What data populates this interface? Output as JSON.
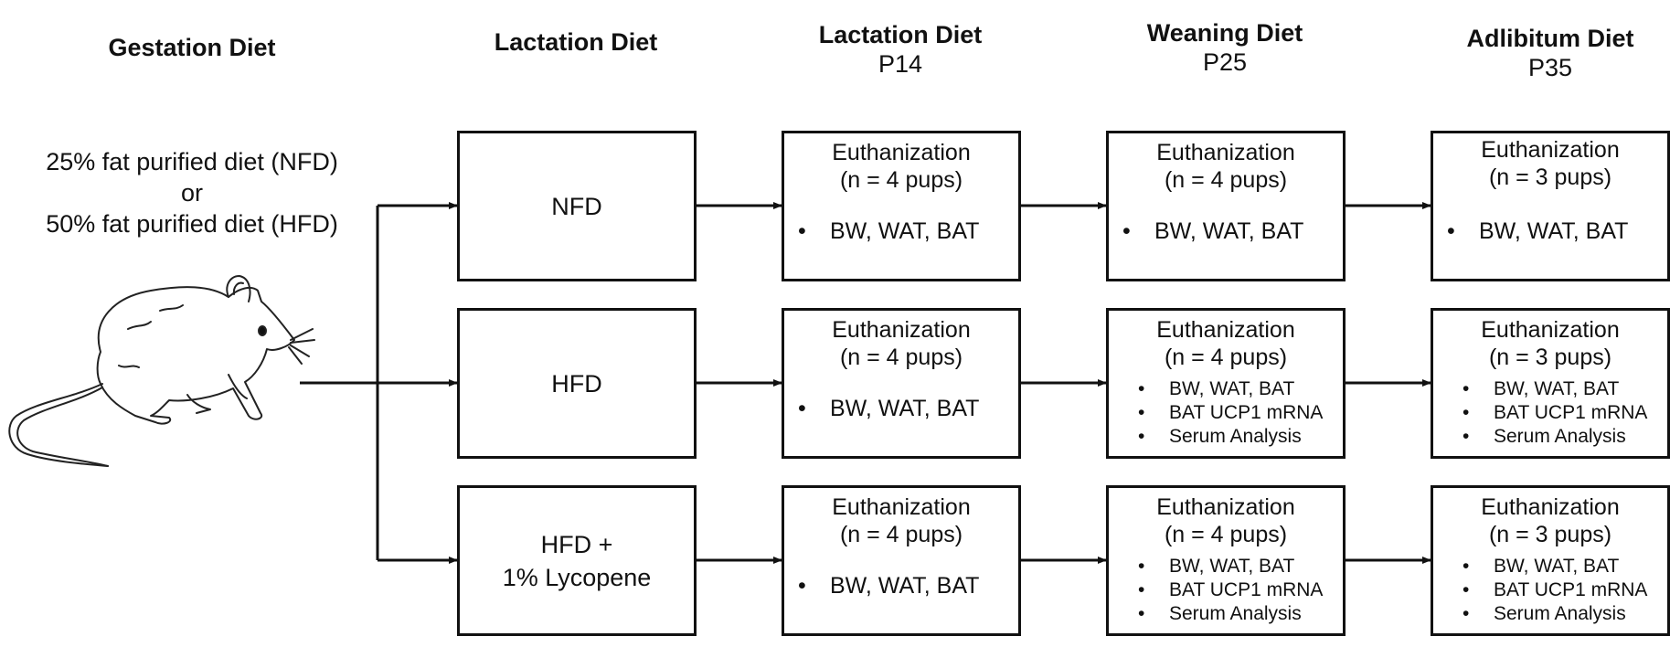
{
  "headers": {
    "gestation": {
      "title": "Gestation Diet",
      "sub": ""
    },
    "lactation": {
      "title": "Lactation Diet",
      "sub": ""
    },
    "lactation_p14": {
      "title": "Lactation Diet",
      "sub": "P14"
    },
    "weaning": {
      "title": "Weaning Diet",
      "sub": "P25"
    },
    "adlibitum": {
      "title": "Adlibitum Diet",
      "sub": "P35"
    }
  },
  "gestation_text": {
    "line1": "25% fat purified diet (NFD)",
    "line2": "or",
    "line3": "50% fat purified diet (HFD)"
  },
  "diets": [
    "NFD",
    "HFD",
    "HFD +",
    "1% Lycopene"
  ],
  "euth": {
    "title": "Euthanization",
    "n4": "(n = 4 pups)",
    "n3": "(n = 3 pups)"
  },
  "measures": {
    "basic": "BW, WAT, BAT",
    "ucp1": "BAT UCP1 mRNA",
    "serum": "Serum Analysis"
  },
  "colors": {
    "line": "#111111",
    "background": "#ffffff"
  }
}
